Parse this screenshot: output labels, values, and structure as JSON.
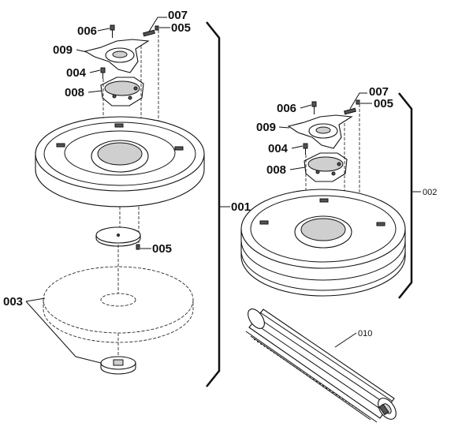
{
  "callouts": {
    "left": {
      "007": "007",
      "005_top": "005",
      "006": "006",
      "009": "009",
      "004": "004",
      "008": "008",
      "001": "001",
      "005_mid": "005",
      "003": "003"
    },
    "right": {
      "007": "007",
      "005": "005",
      "006": "006",
      "009": "009",
      "004": "004",
      "008": "008",
      "002": "002",
      "010": "010"
    }
  },
  "colors": {
    "line": "#111111",
    "shade": "#cfcfcf",
    "background": "#ffffff"
  }
}
